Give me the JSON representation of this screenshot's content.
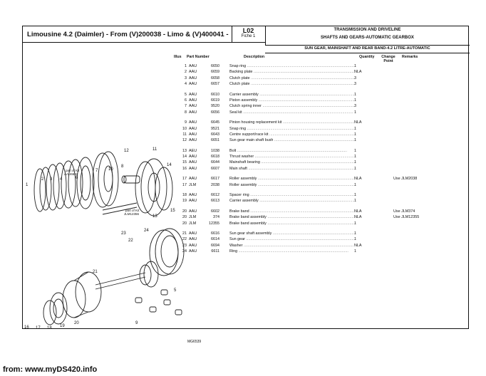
{
  "header": {
    "title": "Limousine 4.2 (Daimler) - From (V)200038 - Limo & (V)400041 -",
    "fiche_code": "L02",
    "fiche_label": "Fiche 1",
    "section": "TRANSMISSION AND DRIVELINE",
    "subsection": "SHAFTS AND GEARS-AUTOMATIC GEARBOX",
    "group": "SUN GEAR, MAINSHAFT AND REAR BAND-4.2 LITRE-AUTOMATIC"
  },
  "columns": {
    "illus": "Illus",
    "part_number": "Part Number",
    "description": "Description",
    "quantity": "Quantity",
    "change_point": "Change Point",
    "remarks": "Remarks"
  },
  "parts": [
    {
      "illus": "1",
      "prefix": "AAU",
      "number": "6650",
      "desc": "Snap ring",
      "qty": "1",
      "remarks": ""
    },
    {
      "illus": "2",
      "prefix": "AAU",
      "number": "6659",
      "desc": "Backing plate",
      "qty": "NLA",
      "remarks": ""
    },
    {
      "illus": "3",
      "prefix": "AAU",
      "number": "6658",
      "desc": "Clutch plate",
      "qty": "3",
      "remarks": ""
    },
    {
      "illus": "4",
      "prefix": "AAU",
      "number": "6657",
      "desc": "Clutch plate",
      "qty": "3",
      "remarks": ""
    },
    {
      "illus": "5",
      "prefix": "AAU",
      "number": "6610",
      "desc": "Carrier assembly",
      "qty": "1",
      "remarks": ""
    },
    {
      "illus": "6",
      "prefix": "AAU",
      "number": "6619",
      "desc": "Piston assembly",
      "qty": "1",
      "remarks": ""
    },
    {
      "illus": "7",
      "prefix": "AAU",
      "number": "9520",
      "desc": "Clutch spring inner",
      "qty": "3",
      "remarks": ""
    },
    {
      "illus": "8",
      "prefix": "AAU",
      "number": "6656",
      "desc": "Seal kit",
      "qty": "1",
      "remarks": ""
    },
    {
      "illus": "9",
      "prefix": "AAU",
      "number": "6645",
      "desc": "Pinion housing replacement kit",
      "qty": "NLA",
      "remarks": ""
    },
    {
      "illus": "10",
      "prefix": "AAU",
      "number": "9521",
      "desc": "Snap ring",
      "qty": "1",
      "remarks": ""
    },
    {
      "illus": "11",
      "prefix": "AAU",
      "number": "6643",
      "desc": "Centre support/race kit",
      "qty": "1",
      "remarks": ""
    },
    {
      "illus": "12",
      "prefix": "AAU",
      "number": "6651",
      "desc": "Sun gear main shaft bush",
      "qty": "1",
      "remarks": ""
    },
    {
      "illus": "13",
      "prefix": "AEU",
      "number": "1038",
      "desc": "Bolt",
      "qty": "1",
      "remarks": ""
    },
    {
      "illus": "14",
      "prefix": "AAU",
      "number": "6618",
      "desc": "Thrust washer",
      "qty": "1",
      "remarks": ""
    },
    {
      "illus": "15",
      "prefix": "AAU",
      "number": "6644",
      "desc": "Mainshaft bearing",
      "qty": "1",
      "remarks": ""
    },
    {
      "illus": "16",
      "prefix": "AAU",
      "number": "6607",
      "desc": "Main shaft",
      "qty": "1",
      "remarks": ""
    },
    {
      "illus": "17",
      "prefix": "AAU",
      "number": "6617",
      "desc": "Roller assembly",
      "qty": "NLA",
      "remarks": "Use JLM2038"
    },
    {
      "illus": "17",
      "prefix": "JLM",
      "number": "2038",
      "desc": "Roller assembly",
      "qty": "1",
      "remarks": ""
    },
    {
      "illus": "18",
      "prefix": "AAU",
      "number": "6612",
      "desc": "Spacer ring",
      "qty": "1",
      "remarks": ""
    },
    {
      "illus": "19",
      "prefix": "AAU",
      "number": "6613",
      "desc": "Carrier assembly",
      "qty": "1",
      "remarks": ""
    },
    {
      "illus": "20",
      "prefix": "AAU",
      "number": "6602",
      "desc": "Brake band",
      "qty": "NLA",
      "remarks": "Use JLM374"
    },
    {
      "illus": "20",
      "prefix": "JLM",
      "number": "374",
      "desc": "Brake band assembly",
      "qty": "NLA",
      "remarks": "Use JLM12355"
    },
    {
      "illus": "20",
      "prefix": "JLM",
      "number": "12355",
      "desc": "Brake band assembly",
      "qty": "1",
      "remarks": ""
    },
    {
      "illus": "21",
      "prefix": "AAU",
      "number": "6616",
      "desc": "Sun gear shaft assembly",
      "qty": "1",
      "remarks": ""
    },
    {
      "illus": "22",
      "prefix": "AAU",
      "number": "6614",
      "desc": "Sun gear",
      "qty": "1",
      "remarks": ""
    },
    {
      "illus": "23",
      "prefix": "AAU",
      "number": "6694",
      "desc": "Washer",
      "qty": "NLA",
      "remarks": ""
    },
    {
      "illus": "24",
      "prefix": "AAU",
      "number": "6611",
      "desc": "Ring",
      "qty": "1",
      "remarks": ""
    }
  ],
  "diagram": {
    "part_of_kit_1": "part of Kit",
    "kit_1": "AAU6642",
    "part_of_kit_2": "part of Kit",
    "kit_2": "JLM12356",
    "ref": "MG6539"
  },
  "footer": {
    "site": "from: www.myDS420.info"
  }
}
